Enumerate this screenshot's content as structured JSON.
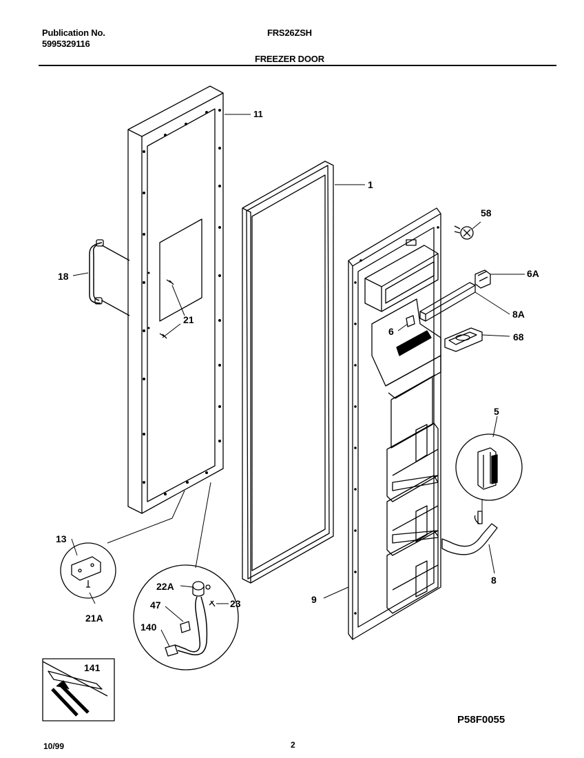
{
  "header": {
    "publication_label": "Publication No.",
    "publication_number": "5995329116",
    "model": "FRS26ZSH",
    "section_title": "FREEZER DOOR"
  },
  "callouts": [
    "11",
    "1",
    "58",
    "6A",
    "8A",
    "6",
    "68",
    "18",
    "21",
    "5",
    "13",
    "8",
    "22A",
    "23",
    "47",
    "9",
    "21A",
    "140",
    "141"
  ],
  "footer": {
    "date": "10/99",
    "page": "2",
    "figure_code": "P58F0055"
  }
}
